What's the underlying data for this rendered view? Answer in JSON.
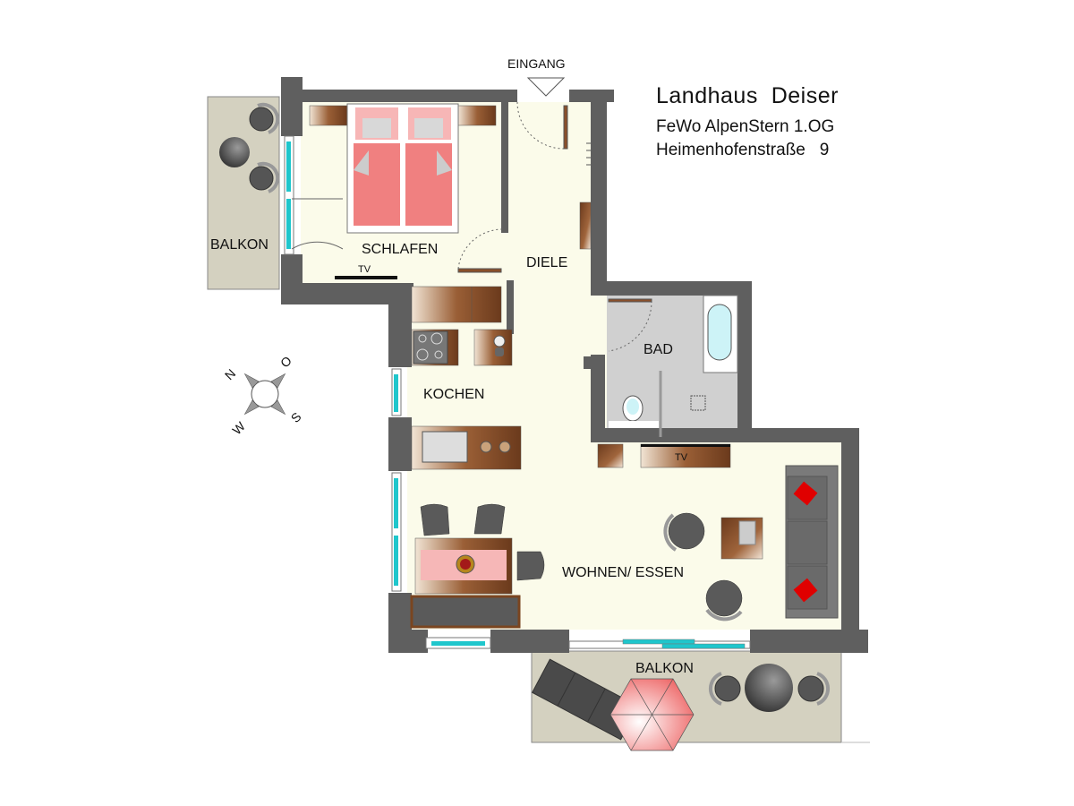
{
  "header": {
    "title": "Landhaus  Deiser",
    "subtitle": "FeWo AlpenStern 1.OG",
    "address": "Heimenhofenstraße   9"
  },
  "entrance": {
    "label": "EINGANG"
  },
  "rooms": {
    "balcony_west": "BALKON",
    "bedroom": "SCHLAFEN",
    "hall": "DIELE",
    "kitchen": "KOCHEN",
    "bathroom": "BAD",
    "living": "WOHNEN/ ESSEN",
    "balcony_south": "BALKON"
  },
  "fixtures": {
    "tv_bedroom": "TV",
    "tv_living": "TV"
  },
  "compass": {
    "n": "N",
    "o": "O",
    "s": "S",
    "w": "W"
  },
  "colors": {
    "wall": "#5f5f5f",
    "floor": "#fbfbea",
    "balcony": "#d4d1c0",
    "bath": "#cfcfcf",
    "wood": "#8a4f2a",
    "bed": "#f08080",
    "glass": "#1fc6cc",
    "furniture_grey": "#606060",
    "cushion_red": "#e00000",
    "umbrella": "#f28b8b"
  }
}
